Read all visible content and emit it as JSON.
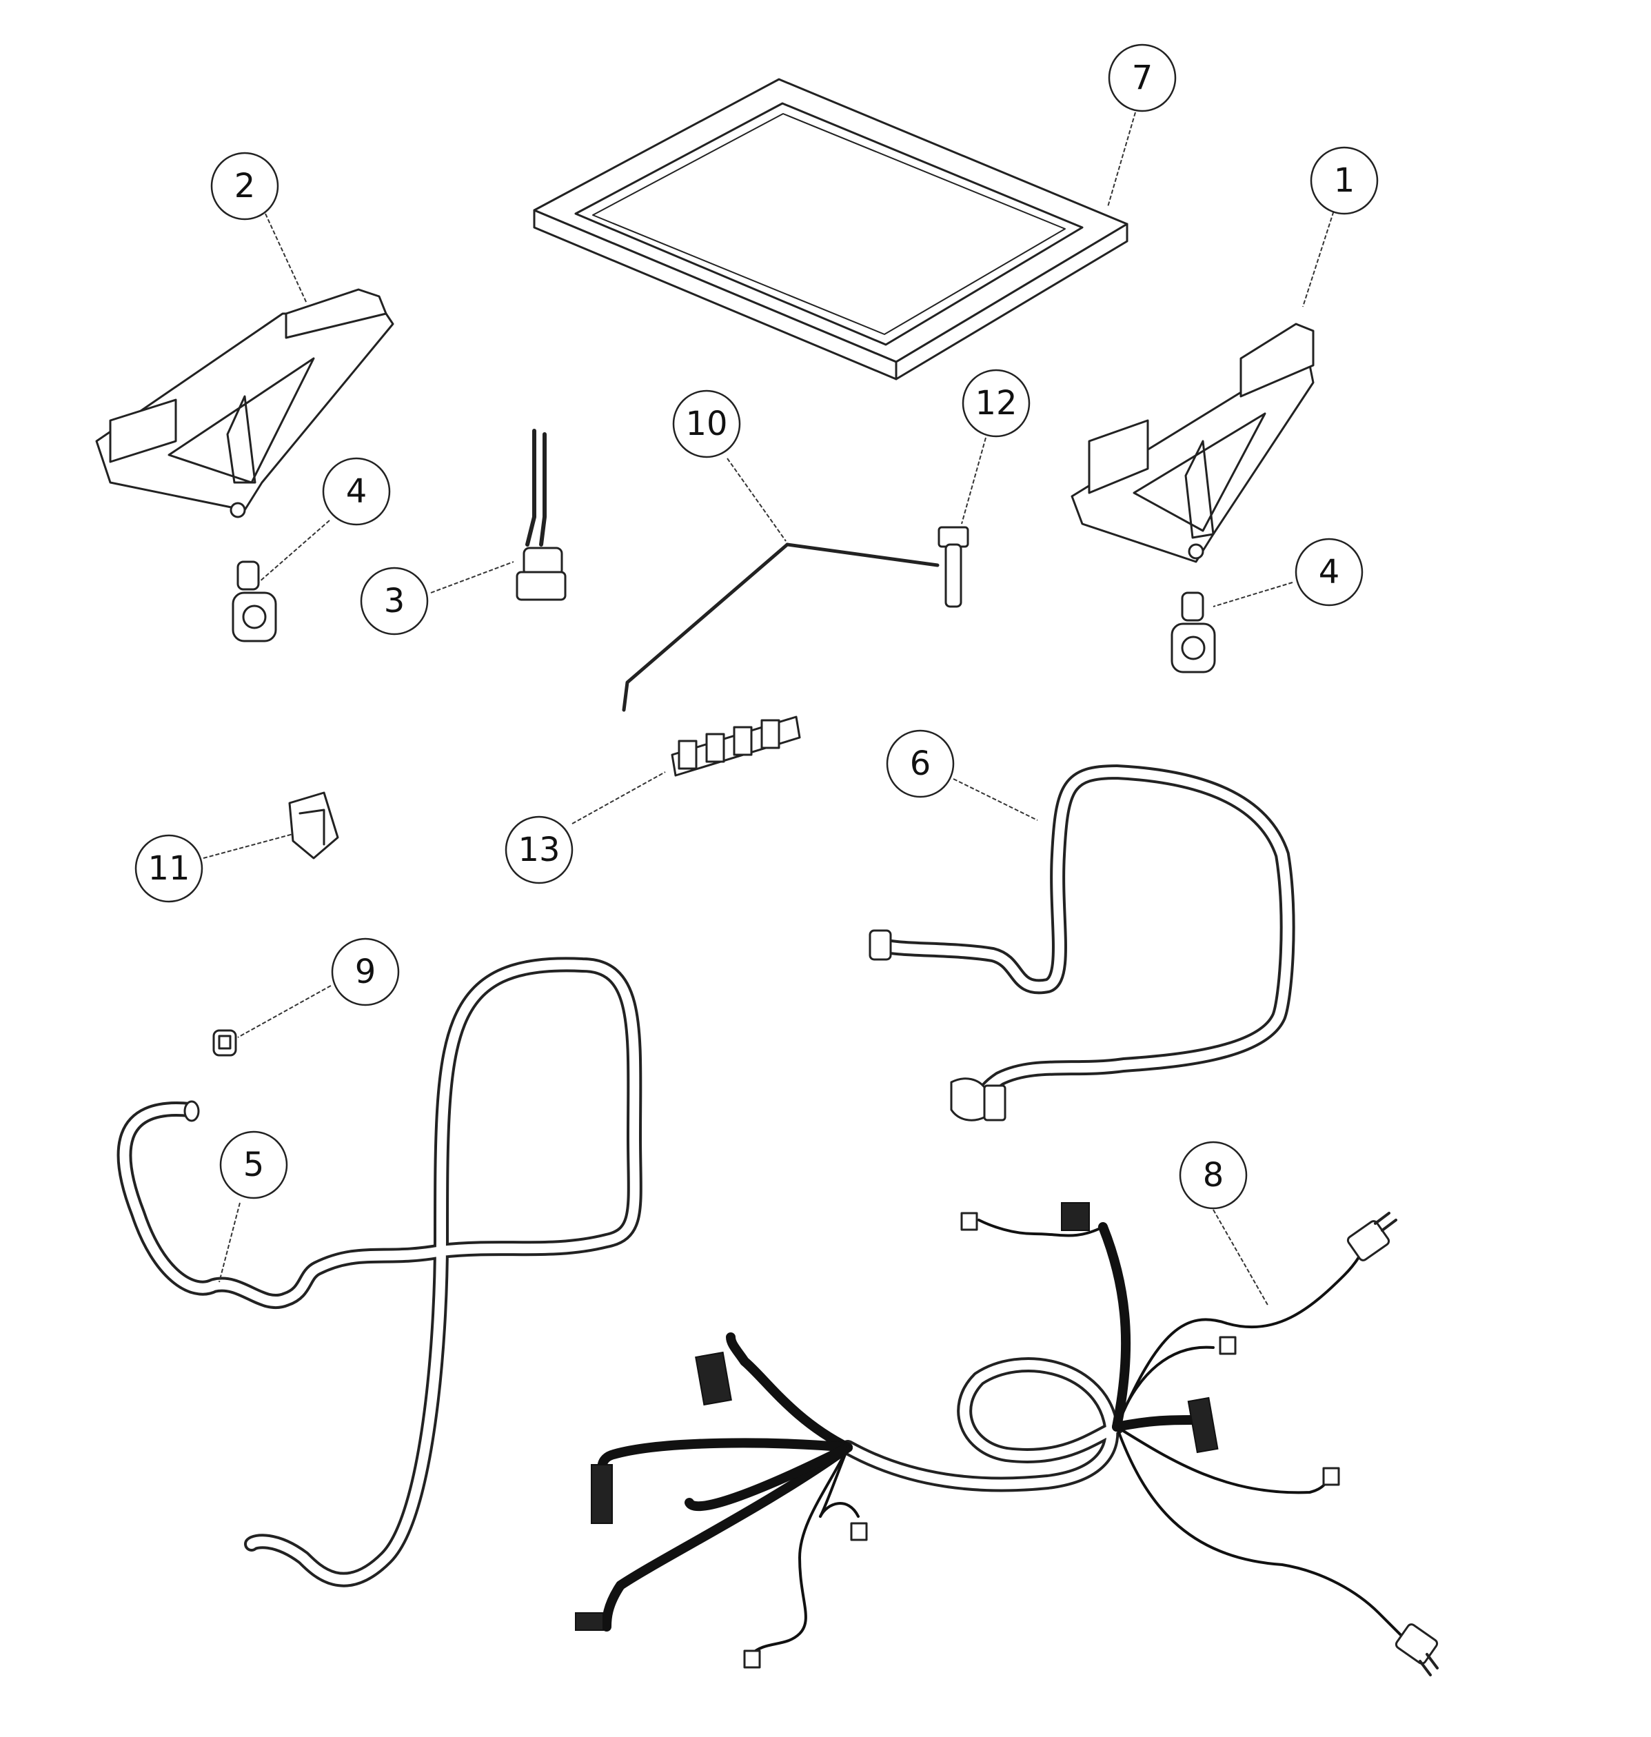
{
  "callouts": [
    {
      "label": "1"
    },
    {
      "label": "2"
    },
    {
      "label": "3"
    },
    {
      "label": "4"
    },
    {
      "label": "4"
    },
    {
      "label": "5"
    },
    {
      "label": "6"
    },
    {
      "label": "7"
    },
    {
      "label": "8"
    },
    {
      "label": "9"
    },
    {
      "label": "10"
    },
    {
      "label": "11"
    },
    {
      "label": "12"
    },
    {
      "label": "13"
    }
  ]
}
